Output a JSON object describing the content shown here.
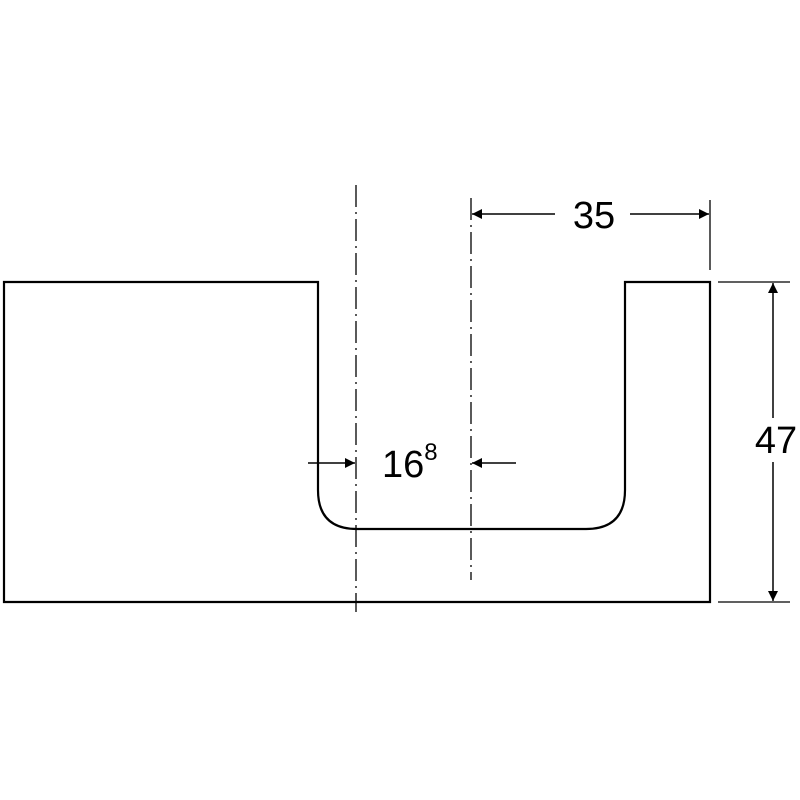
{
  "dimensions": {
    "width_35": "35",
    "height_47": "47",
    "offset_main": "16",
    "offset_superscript": "8"
  },
  "colors": {
    "line": "#000000",
    "background": "#ffffff"
  }
}
